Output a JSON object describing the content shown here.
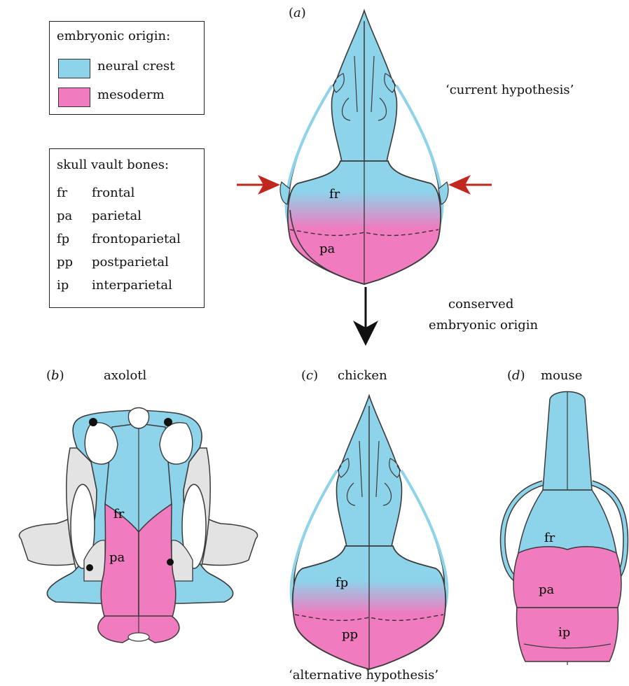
{
  "colors": {
    "neural_crest": "#8dd3ea",
    "mesoderm": "#f07bbf",
    "cartilage": "#e3e3e3",
    "outline": "#3a3a3a",
    "arrow_red": "#c1261f",
    "arrow_black": "#111111"
  },
  "legend_origin": {
    "title": "embryonic origin:",
    "items": [
      {
        "label": "neural crest",
        "color_key": "neural_crest"
      },
      {
        "label": "mesoderm",
        "color_key": "mesoderm"
      }
    ]
  },
  "legend_bones": {
    "title": "skull vault bones:",
    "rows": [
      {
        "abbr": "fr",
        "name": "frontal"
      },
      {
        "abbr": "pa",
        "name": "parietal"
      },
      {
        "abbr": "fp",
        "name": "frontoparietal"
      },
      {
        "abbr": "pp",
        "name": "postparietal"
      },
      {
        "abbr": "ip",
        "name": "interparietal"
      }
    ]
  },
  "panel_a": {
    "letter": "a",
    "hypothesis": "‘current hypothesis’",
    "labels": {
      "upper": "fr",
      "lower": "pa"
    }
  },
  "transition": {
    "line1": "conserved",
    "line2": "embryonic origin"
  },
  "panel_b": {
    "letter": "b",
    "species": "axolotl",
    "labels": {
      "upper": "fr",
      "lower": "pa"
    }
  },
  "panel_c": {
    "letter": "c",
    "species": "chicken",
    "labels": {
      "upper": "fp",
      "lower": "pp"
    }
  },
  "panel_d": {
    "letter": "d",
    "species": "mouse",
    "labels": {
      "top": "fr",
      "mid": "pa",
      "bottom": "ip"
    }
  },
  "alt_hypothesis": "‘alternative hypothesis’"
}
